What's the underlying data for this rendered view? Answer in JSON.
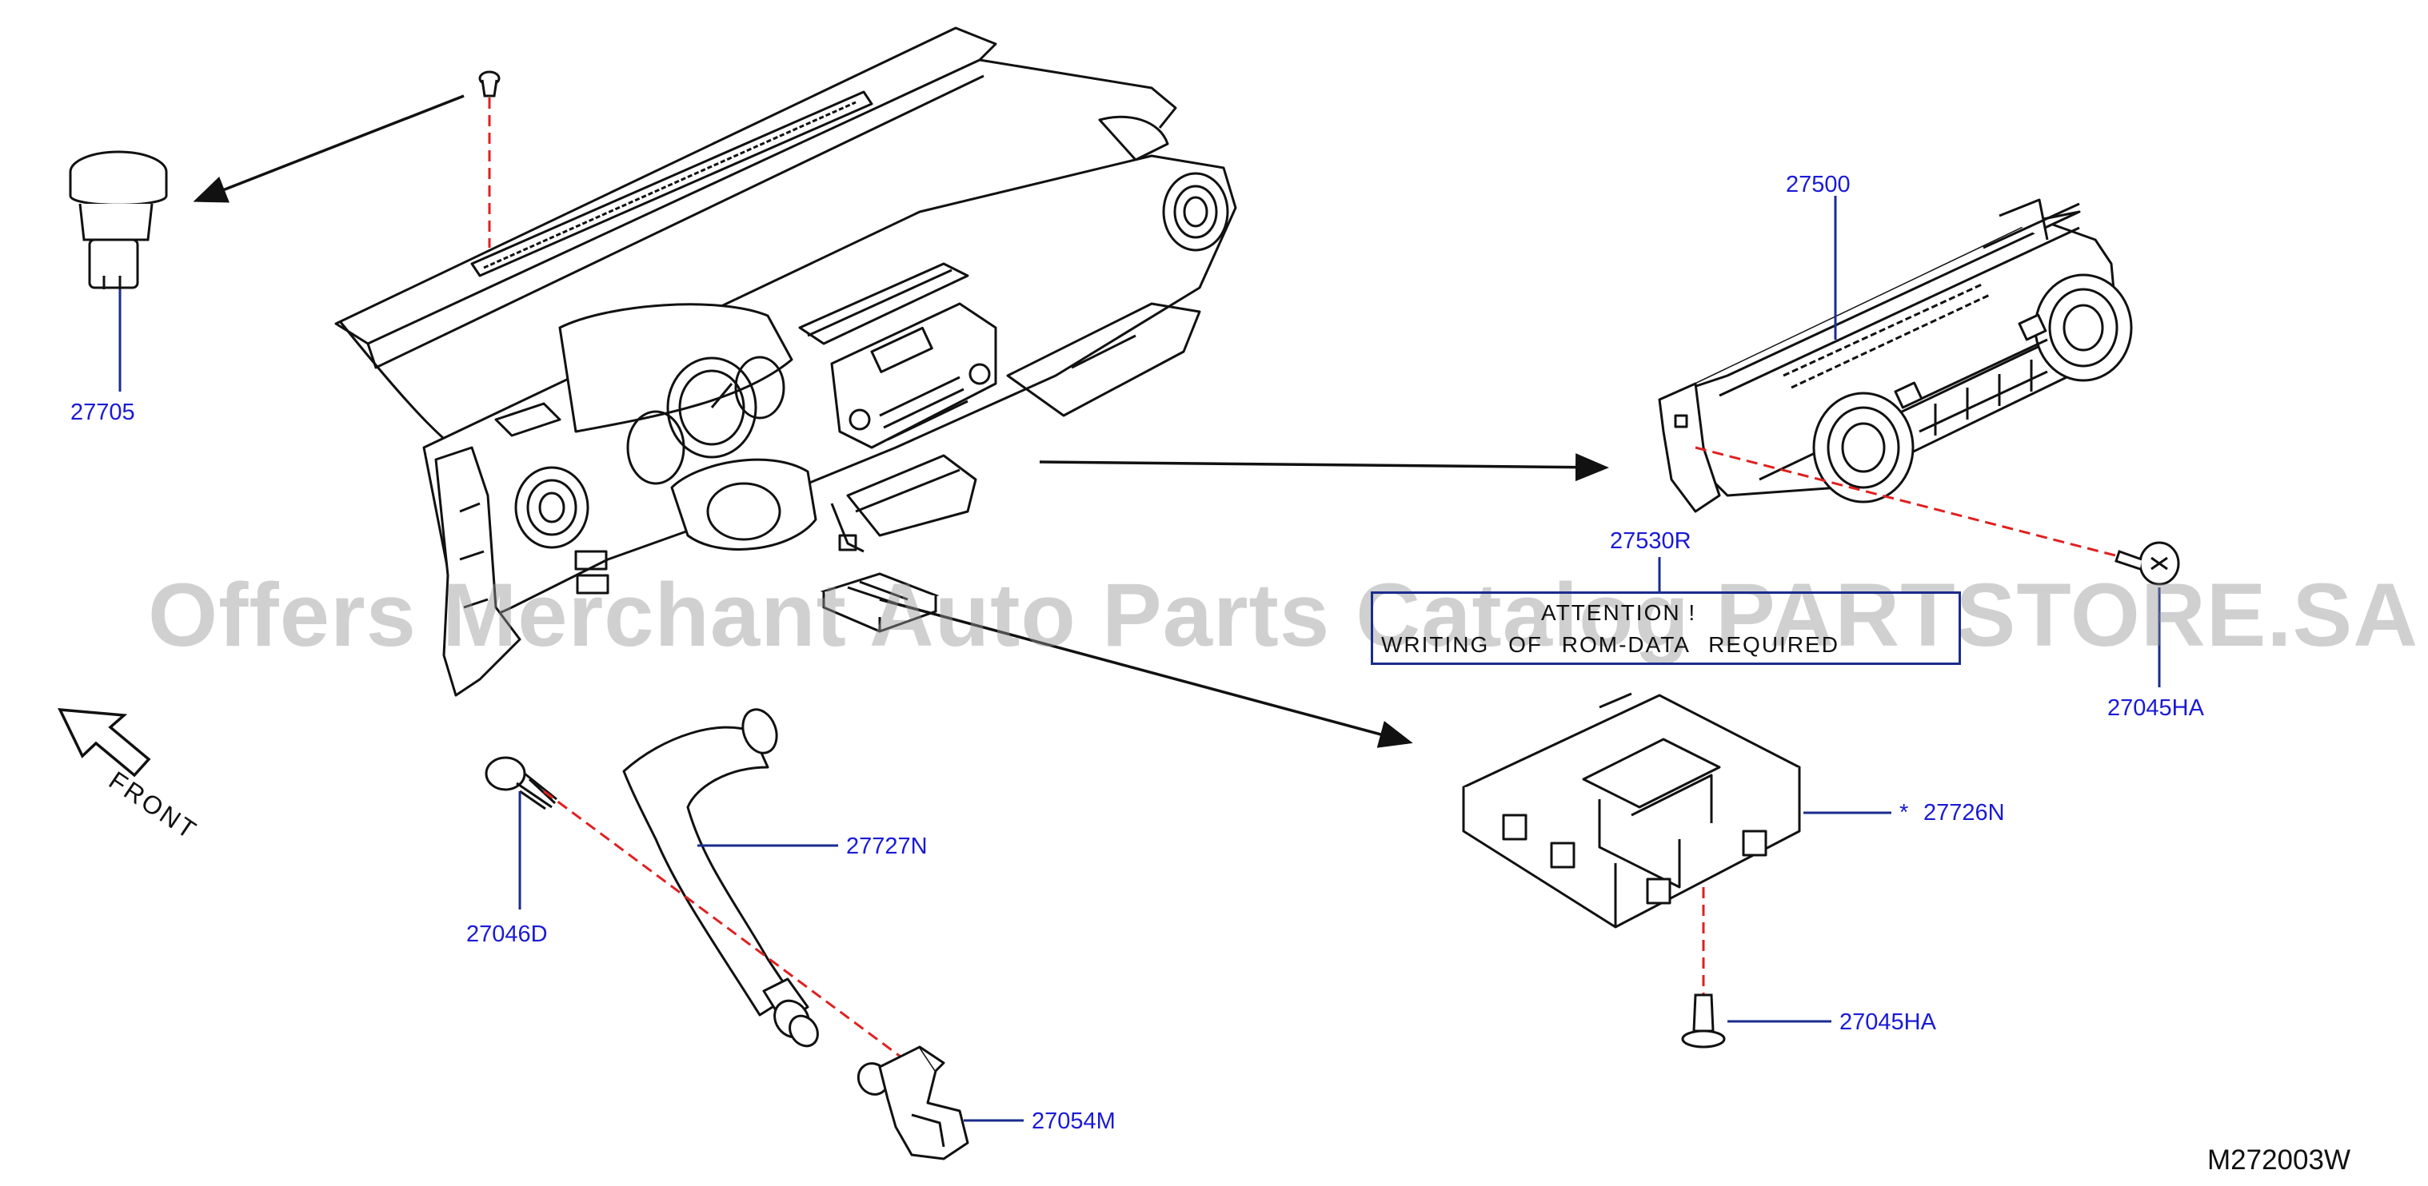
{
  "diagram_code": "M272003W",
  "watermark": "Offers Merchant Auto Parts Catalog PARTSTORE.SA",
  "direction_label": "FRONT",
  "attention": {
    "line1": "ATTENTION !",
    "line2": "WRITING OF ROM-DATA REQUIRED"
  },
  "parts": [
    {
      "id": "p27705",
      "number": "27705"
    },
    {
      "id": "p27500",
      "number": "27500"
    },
    {
      "id": "p27530R",
      "number": "27530R"
    },
    {
      "id": "p27045HA_a",
      "number": "27045HA"
    },
    {
      "id": "p27726N",
      "number": "27726N",
      "prefix": "*"
    },
    {
      "id": "p27045HA_b",
      "number": "27045HA"
    },
    {
      "id": "p27727N",
      "number": "27727N"
    },
    {
      "id": "p27046D",
      "number": "27046D"
    },
    {
      "id": "p27054M",
      "number": "27054M"
    }
  ],
  "colors": {
    "label": "#1a1ad6",
    "leader": "#1a2c8c",
    "dashed_guide": "#e02020",
    "line_art": "#111111",
    "watermark": "#969696"
  }
}
